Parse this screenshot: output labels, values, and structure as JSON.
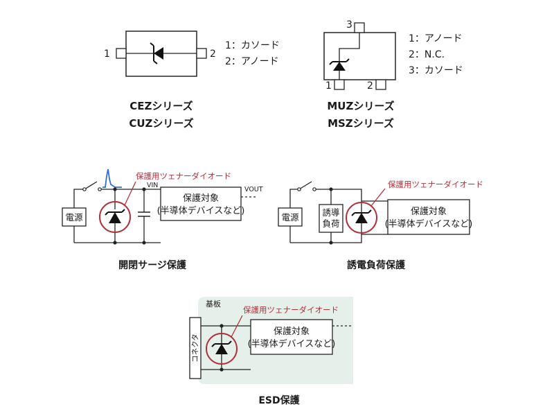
{
  "pkg1": {
    "pin1": "1",
    "pin2": "2",
    "legend": [
      "1：カソード",
      "2：アノード"
    ],
    "caption": [
      "CEZシリーズ",
      "CUZシリーズ"
    ]
  },
  "pkg2": {
    "pin1": "1",
    "pin2": "2",
    "pin3": "3",
    "legend": [
      "1：アノード",
      "2：N.C.",
      "3：カソード"
    ],
    "caption": [
      "MUZシリーズ",
      "MSZシリーズ"
    ]
  },
  "surge": {
    "zener_label": "保護用ツェナーダイオード",
    "power": "電源",
    "vin": "VIN",
    "vout": "VOUT",
    "target": [
      "保護対象",
      "(半導体デバイスなど)"
    ],
    "caption": "開閉サージ保護",
    "colors": {
      "highlight": "#b0303a",
      "surge_wave": "#2f6fd0"
    }
  },
  "inductive": {
    "zener_label": "保護用ツェナーダイオード",
    "power": "電源",
    "load": [
      "誘導",
      "負荷"
    ],
    "target": [
      "保護対象",
      "(半導体デバイスなど)"
    ],
    "caption": "誘電負荷保護"
  },
  "esd": {
    "board": "基板",
    "connector": "コネクタ",
    "zener_label": "保護用ツェナーダイオード",
    "target": [
      "保護対象",
      "(半導体デバイスなど)"
    ],
    "caption": "ESD保護",
    "colors": {
      "board_fill": "#e6f0ea"
    }
  }
}
